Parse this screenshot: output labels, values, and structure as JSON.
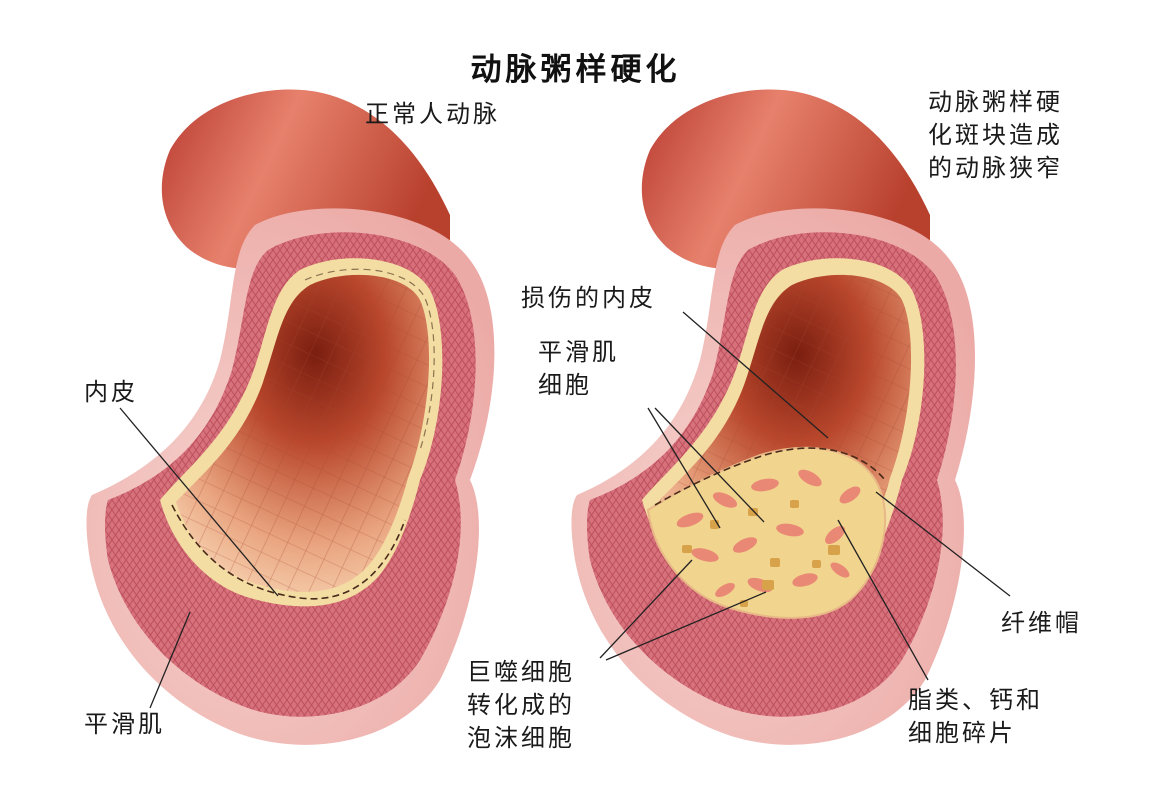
{
  "title": "动脉粥样硬化",
  "normal_label": "正常人动脉",
  "narrowed_label": [
    "动脉粥样硬",
    "化斑块造成",
    "的动脉狭窄"
  ],
  "labels": {
    "endothelium": "内皮",
    "smooth_muscle": "平滑肌",
    "damaged_endothelium": "损伤的内皮",
    "smooth_muscle_cells": [
      "平滑肌",
      "细胞"
    ],
    "fibrous_cap": "纤维帽",
    "foam_cells": [
      "巨噬细胞",
      "转化成的",
      "泡沫细胞"
    ],
    "lipid_calcium": [
      "脂类、钙和",
      "细胞碎片"
    ]
  },
  "colors": {
    "outer_wall": "#f4c3c0",
    "muscle": "#d9737b",
    "lumen": "#c0462b",
    "endothelium": "#f3dda3",
    "plaque": "#f1d48e",
    "foam_cell": "#e98874",
    "lipid": "#d8a24a"
  }
}
